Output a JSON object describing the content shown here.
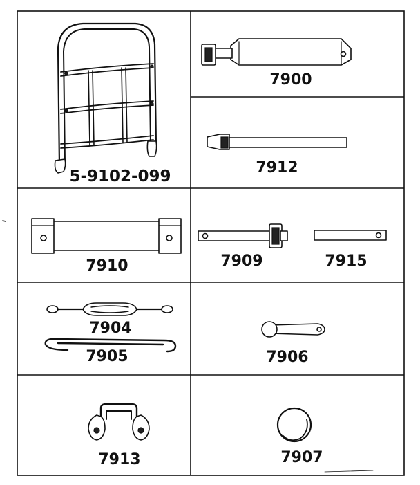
{
  "parts": {
    "frame": "5-9102-099",
    "p7900": "7900",
    "p7912": "7912",
    "p7910": "7910",
    "p7909": "7909",
    "p7915": "7915",
    "p7904": "7904",
    "p7905": "7905",
    "p7906": "7906",
    "p7913": "7913",
    "p7907": "7907"
  },
  "colors": {
    "ink": "#111111",
    "paper": "#ffffff"
  }
}
